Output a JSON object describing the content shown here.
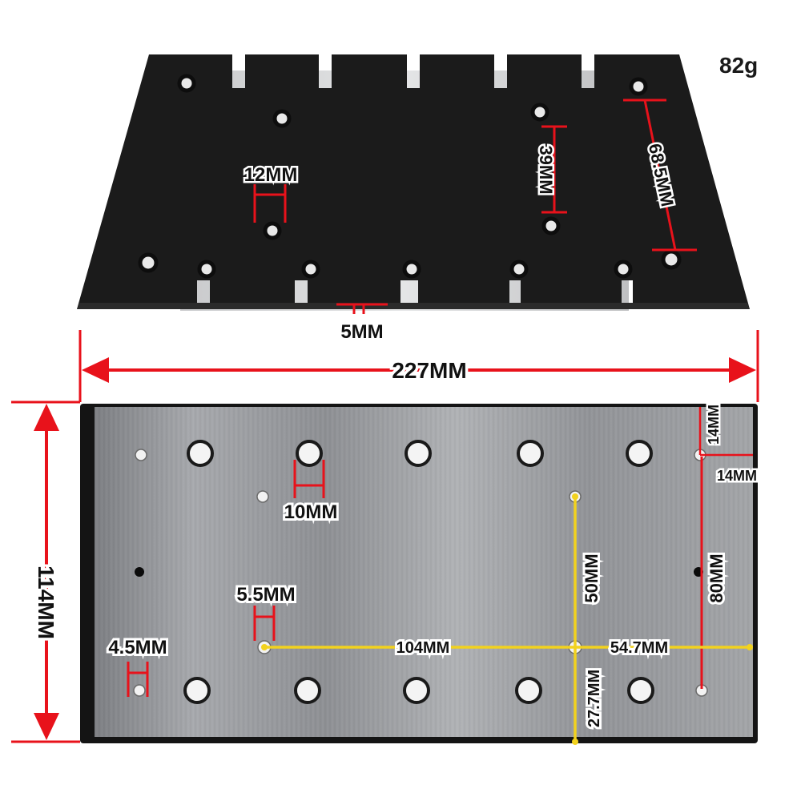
{
  "product": {
    "weight_label": "82g"
  },
  "foam_pad": {
    "hole_spacing_label": "12MM",
    "slot_width_label": "5MM",
    "inner_hole_gap_label": "39MM",
    "outer_hole_gap_label": "68.5MM"
  },
  "overall": {
    "length_label": "227MM",
    "width_label": "114MM"
  },
  "metal_plate": {
    "large_hole_label": "10MM",
    "center_hole_label": "5.5MM",
    "small_hole_label": "4.5MM",
    "corner_offset_x_label": "14MM",
    "corner_offset_y_label": "14MM",
    "hole_row_gap_label": "80MM",
    "center_hole_vertical_label": "50MM",
    "center_hole_bottom_label": "27.7MM",
    "center_holes_distance_label": "104MM",
    "center_to_edge_label": "54.7MM"
  },
  "colors": {
    "dimension_red": "#e8121b",
    "dimension_yellow": "#f2d21e",
    "foam_black": "#1b1b1b",
    "plate_steel": "#9a9ca0"
  }
}
